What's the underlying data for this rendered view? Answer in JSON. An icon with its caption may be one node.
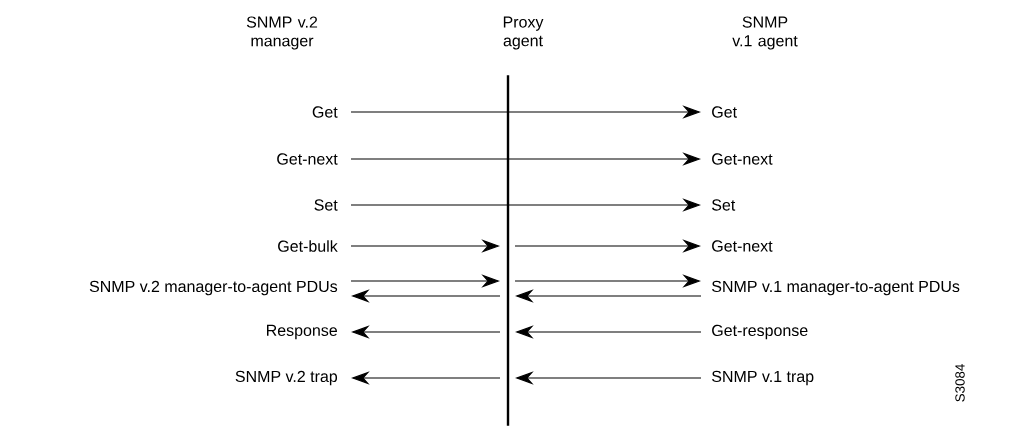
{
  "diagram": {
    "nodes": [
      {
        "text": [
          "Get"
        ]
      },
      {
        "text": [
          "Get-next"
        ]
      },
      {
        "text": [
          "Set"
        ]
      },
      {
        "text": [
          "Get-bulk"
        ]
      },
      {
        "text": [
          "SNMP v.2 manager-to-agent PDUs"
        ]
      },
      {
        "text": [
          "Response"
        ]
      },
      {
        "text": [
          "SNMP v.2 trap"
        ]
      },
      {
        "text": [
          "Get"
        ]
      },
      {
        "text": [
          "Get-next"
        ]
      },
      {
        "text": [
          "Set"
        ]
      },
      {
        "text": [
          "Get-next"
        ]
      },
      {
        "text": [
          "SNMP v.1 manager-to-agent PDUs"
        ]
      },
      {
        "text": [
          "Get-response"
        ]
      },
      {
        "text": [
          "SNMP v.1 trap"
        ]
      },
      {
        "text": [],
        "shape": "bar"
      }
    ],
    "edges": [
      {
        "from": 0,
        "to": 7,
        "arrow": "to"
      },
      {
        "from": 1,
        "to": 8,
        "arrow": "to"
      },
      {
        "from": 2,
        "to": 9,
        "arrow": "to"
      },
      {
        "from": 3,
        "to": 14,
        "arrow": "to"
      },
      {
        "from": 14,
        "to": 10,
        "arrow": "to"
      },
      {
        "from": 4,
        "to": 14,
        "arrow": "to"
      },
      {
        "from": 14,
        "to": 11,
        "arrow": "to"
      },
      {
        "from": 14,
        "to": 4,
        "arrow": "to"
      },
      {
        "from": 11,
        "to": 14,
        "arrow": "to"
      },
      {
        "from": 14,
        "to": 5,
        "arrow": "to"
      },
      {
        "from": 12,
        "to": 14,
        "arrow": "to"
      },
      {
        "from": 14,
        "to": 6,
        "arrow": "to"
      },
      {
        "from": 13,
        "to": 14,
        "arrow": "to"
      }
    ],
    "labels": [
      "SNMP v.2 manager",
      "Proxy agent",
      "SNMP v.1 agent",
      "S3084"
    ]
  }
}
